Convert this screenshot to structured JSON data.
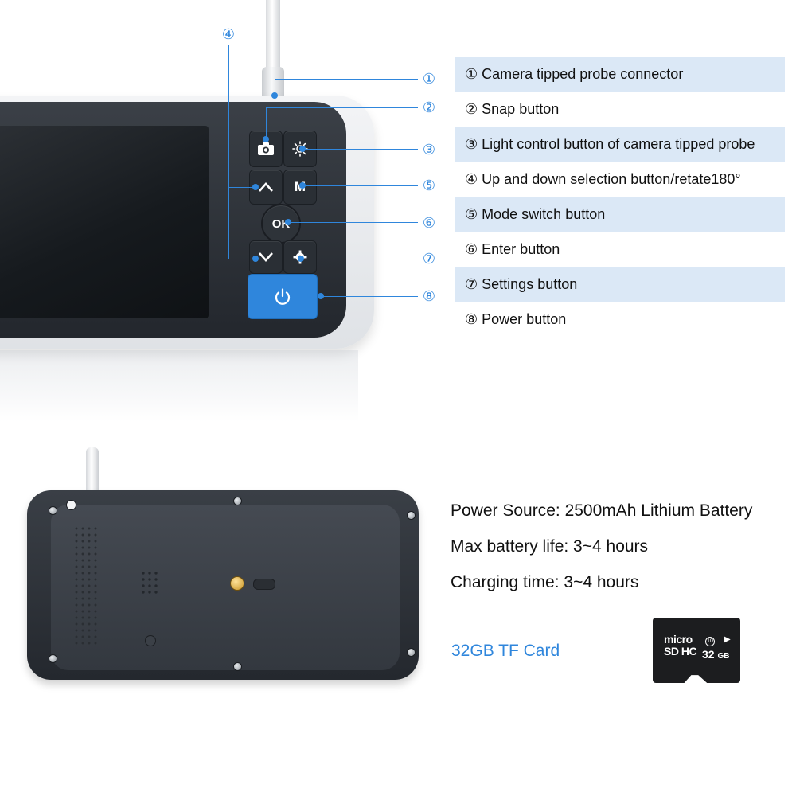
{
  "callout_numbers": [
    "①",
    "②",
    "③",
    "④",
    "⑤",
    "⑥",
    "⑦",
    "⑧"
  ],
  "buttons": {
    "ok_label": "OK",
    "mode_label": "M"
  },
  "legend": [
    {
      "number": "①",
      "text": "Camera tipped probe connector"
    },
    {
      "number": "②",
      "text": "Snap button"
    },
    {
      "number": "③",
      "text": "Light control button of camera tipped probe"
    },
    {
      "number": "④",
      "text": "Up and down selection button/retate180°"
    },
    {
      "number": "⑤",
      "text": "Mode switch button"
    },
    {
      "number": "⑥",
      "text": "Enter button"
    },
    {
      "number": "⑦",
      "text": "Settings button"
    },
    {
      "number": "⑧",
      "text": "Power button"
    }
  ],
  "specs": {
    "power_source": "Power Source: 2500mAh Lithium Battery",
    "battery_life": "Max battery life: 3~4 hours",
    "charging_time": "Charging time: 3~4 hours"
  },
  "tf_card": {
    "label": "32GB TF Card",
    "logo_top": "micro",
    "logo_bottom": "SD HC",
    "capacity_num": "32",
    "capacity_unit": "GB",
    "speed_class": "10"
  },
  "colors": {
    "accent": "#2f86dc",
    "legend_shade": "#dbe8f6",
    "device_dark": "#2a2f35"
  }
}
